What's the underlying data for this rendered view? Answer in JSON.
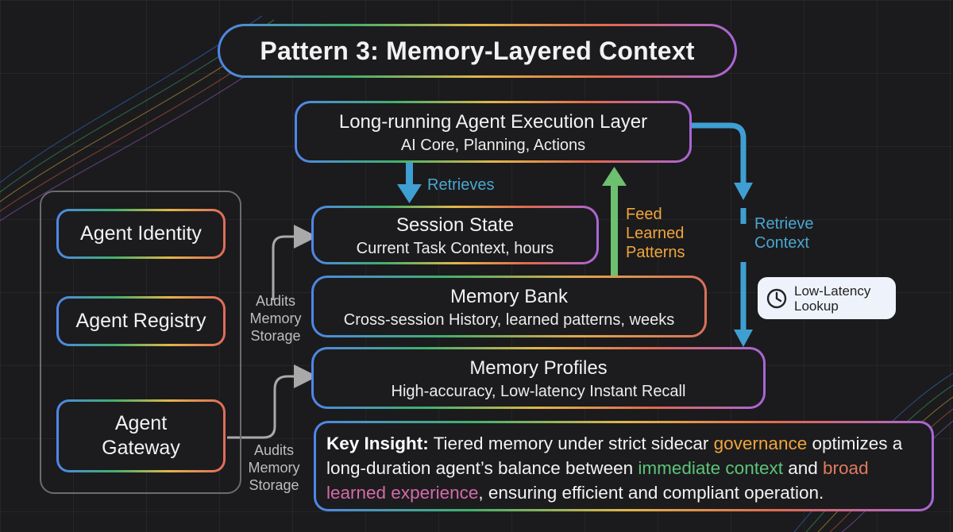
{
  "title": "Pattern 3: Memory-Layered Context",
  "execution_layer": {
    "title": "Long-running Agent Execution Layer",
    "subtitle": "AI Core, Planning, Actions"
  },
  "session_state": {
    "title": "Session State",
    "subtitle": "Current Task Context, hours"
  },
  "memory_bank": {
    "title": "Memory Bank",
    "subtitle": "Cross-session History, learned patterns, weeks"
  },
  "memory_profiles": {
    "title": "Memory Profiles",
    "subtitle": "High-accuracy, Low-latency Instant Recall"
  },
  "sidebar": {
    "agent_identity": "Agent Identity",
    "agent_registry": "Agent Registry",
    "agent_gateway_line1": "Agent",
    "agent_gateway_line2": "Gateway"
  },
  "labels": {
    "retrieves": "Retrieves",
    "feed_learned_patterns": [
      "Feed",
      "Learned",
      "Patterns"
    ],
    "retrieve_context": [
      "Retrieve",
      "Context"
    ],
    "audits_memory_storage": [
      "Audits",
      "Memory",
      "Storage"
    ]
  },
  "tooltip": {
    "icon": "clock-icon",
    "line1": "Low-Latency",
    "line2": "Lookup"
  },
  "key_insight": {
    "label": "Key Insight:",
    "t1": " Tiered memory under strict sidecar ",
    "h1": "governance",
    "t2": " optimizes a long-duration agent’s balance between ",
    "h2": "immediate context",
    "t3": " and ",
    "h3a": "broad",
    "h3b": "learned experience",
    "t4": ", ensuring efficient and compliant operation."
  },
  "colors": {
    "background": "#1b1b1d",
    "blue_label": "#4aa6d0",
    "orange_label": "#f0a53c",
    "green_arrow": "#6cc070",
    "highlight_green": "#5cc47a",
    "highlight_red": "#e07a5f",
    "highlight_pink": "#d46aa8"
  }
}
